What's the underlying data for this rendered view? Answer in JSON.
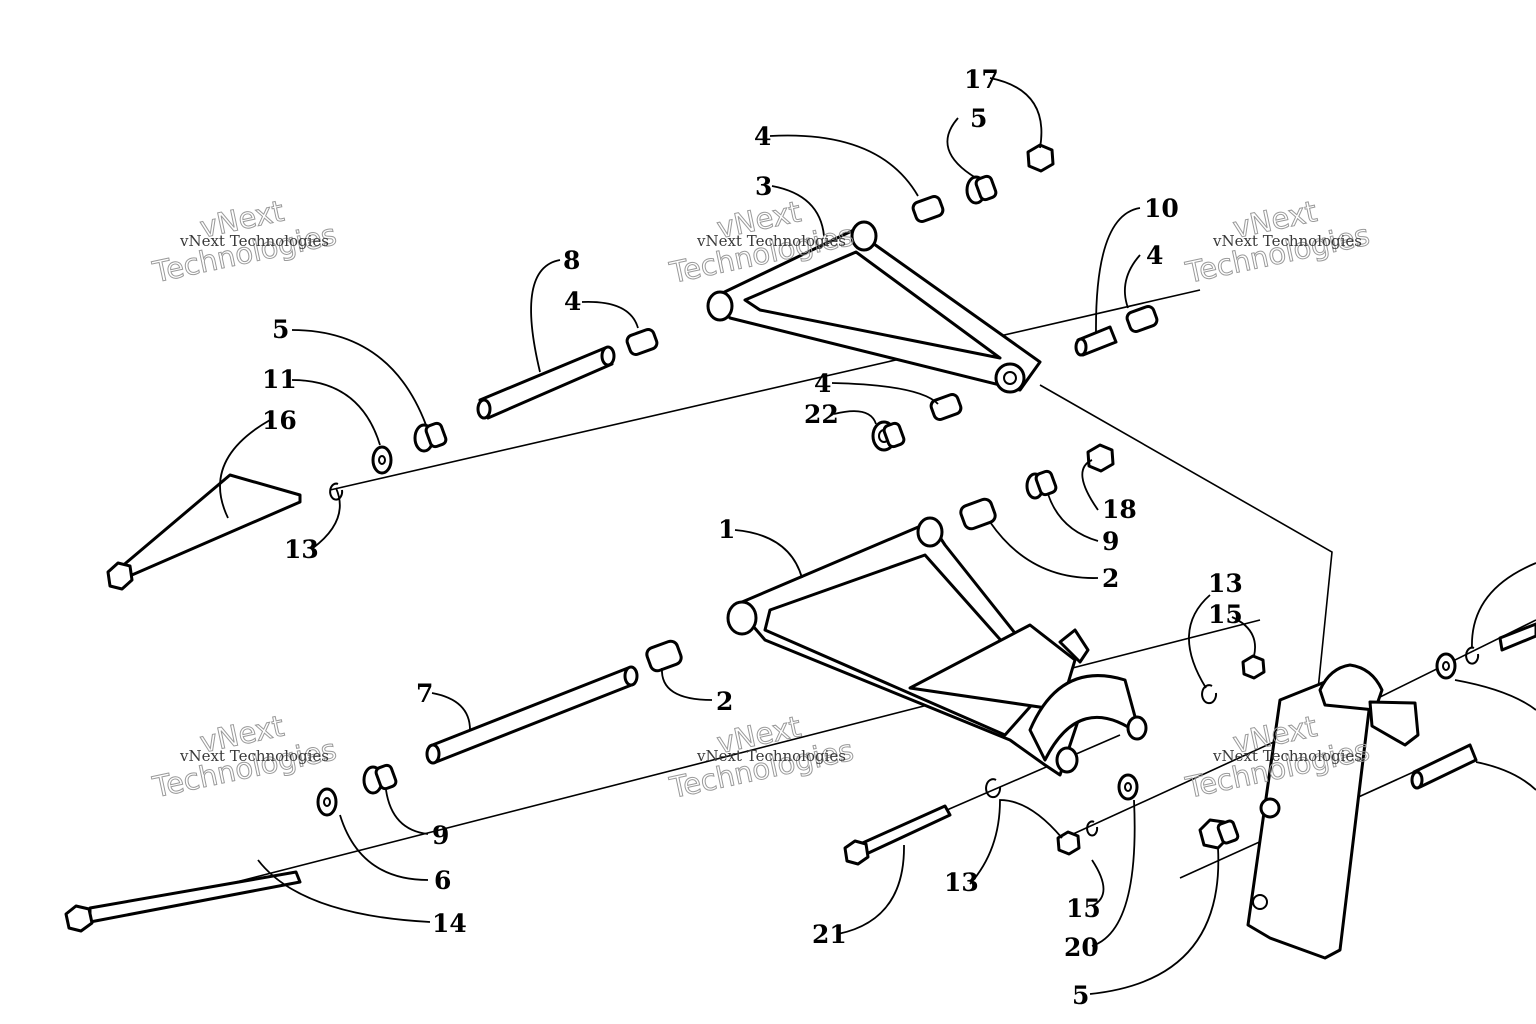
{
  "watermark": {
    "line1": "vNext Technologies",
    "line2": "vNext",
    "line3": "Technologies"
  },
  "callouts": {
    "c1": "1",
    "c2a": "2",
    "c2b": "2",
    "c3": "3",
    "c4a": "4",
    "c4b": "4",
    "c4c": "4",
    "c4d": "4",
    "c5a": "5",
    "c5b": "5",
    "c5c": "5",
    "c6": "6",
    "c7": "7",
    "c8": "8",
    "c9a": "9",
    "c9b": "9",
    "c10": "10",
    "c11": "11",
    "c13a": "13",
    "c13b": "13",
    "c13c": "13",
    "c14": "14",
    "c15a": "15",
    "c15b": "15",
    "c16": "16",
    "c17": "17",
    "c18": "18",
    "c20": "20",
    "c21": "21",
    "c22": "22"
  },
  "colors": {
    "ink": "#000000",
    "watermark": "#9a9a9a",
    "paper": "#ffffff"
  }
}
